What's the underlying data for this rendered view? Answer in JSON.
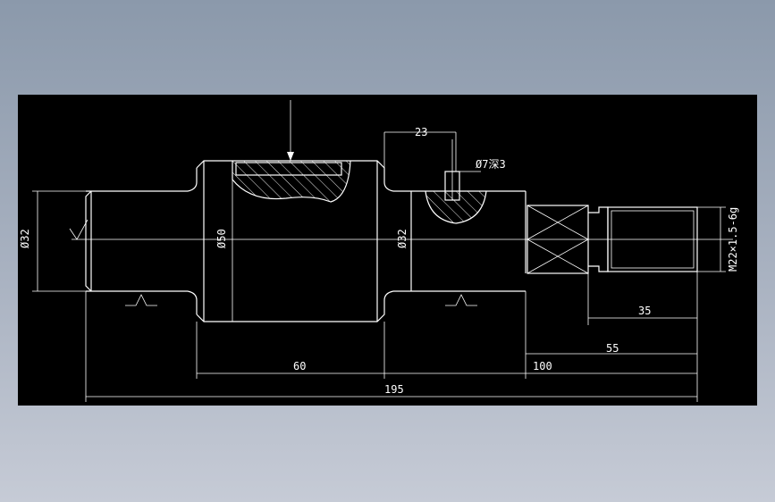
{
  "colors": {
    "background": "#000000",
    "line": "#ffffff",
    "frame": "#8b99ab"
  },
  "dims": {
    "d_left": "Ø32",
    "d_mid": "Ø50",
    "d_right": "Ø32",
    "hole": "Ø7深3",
    "slot_offset": "23",
    "thread": "M22×1.5-6g",
    "len_thread": "35",
    "len_55": "55",
    "len_60": "60",
    "len_100": "100",
    "len_total": "195"
  }
}
